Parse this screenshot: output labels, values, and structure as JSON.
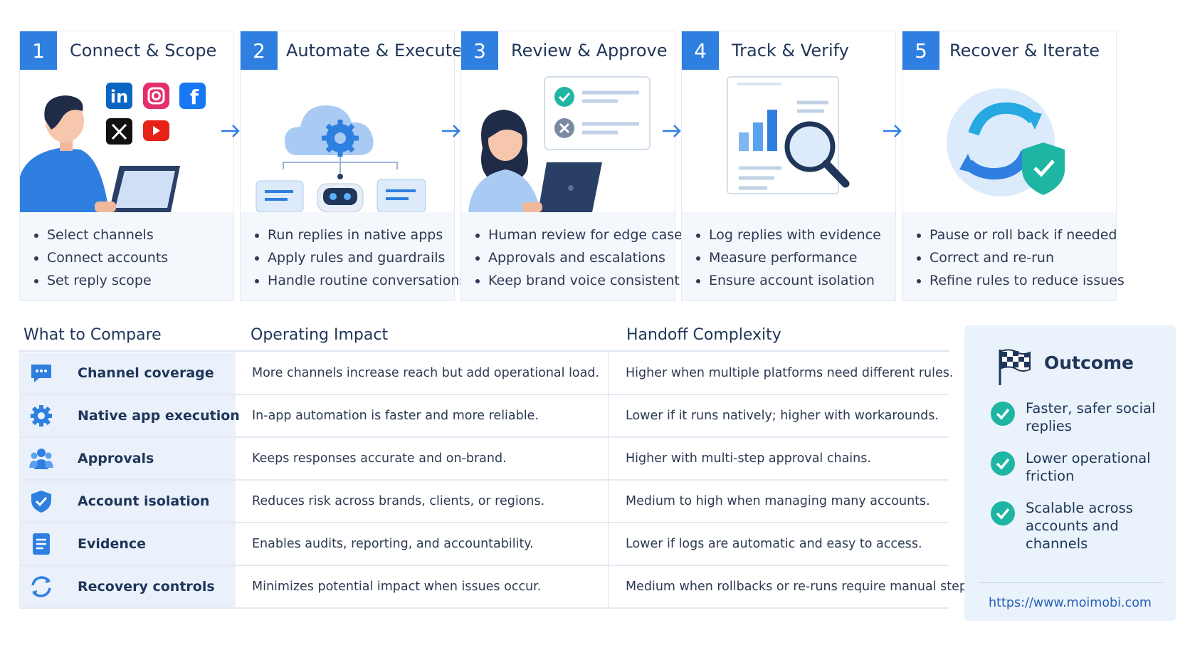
{
  "steps": [
    {
      "num": "1",
      "title": "Connect & Scope",
      "items": [
        "Select channels",
        "Connect accounts",
        "Set reply scope"
      ]
    },
    {
      "num": "2",
      "title": "Automate & Execute",
      "items": [
        "Run replies in native apps",
        "Apply rules and guardrails",
        "Handle routine conversations"
      ]
    },
    {
      "num": "3",
      "title": "Review & Approve",
      "items": [
        "Human review for edge cases",
        "Approvals and escalations",
        "Keep brand voice consistent"
      ]
    },
    {
      "num": "4",
      "title": "Track & Verify",
      "items": [
        "Log replies with evidence",
        "Measure performance",
        "Ensure account isolation"
      ]
    },
    {
      "num": "5",
      "title": "Recover & Iterate",
      "items": [
        "Pause or roll back if needed",
        "Correct and re-run",
        "Refine rules to reduce issues"
      ]
    }
  ],
  "table": {
    "headers": [
      "What to Compare",
      "Operating Impact",
      "Handoff Complexity"
    ],
    "rows": [
      {
        "label": "Channel coverage",
        "icon": "chat-bubble-icon",
        "impact": "More channels increase reach but add operational load.",
        "complexity": "Higher when multiple platforms need different rules."
      },
      {
        "label": "Native app execution",
        "icon": "gear-icon",
        "impact": "In-app automation is faster and more reliable.",
        "complexity": "Lower if it runs natively; higher with workarounds."
      },
      {
        "label": "Approvals",
        "icon": "people-icon",
        "impact": "Keeps responses accurate and on-brand.",
        "complexity": "Higher with multi-step approval chains."
      },
      {
        "label": "Account isolation",
        "icon": "shield-check-icon",
        "impact": "Reduces risk across brands, clients, or regions.",
        "complexity": "Medium to high when managing many accounts."
      },
      {
        "label": "Evidence",
        "icon": "document-icon",
        "impact": "Enables audits, reporting, and accountability.",
        "complexity": "Lower if logs are automatic and easy to access."
      },
      {
        "label": "Recovery controls",
        "icon": "refresh-icon",
        "impact": "Minimizes potential impact when issues occur.",
        "complexity": "Medium when rollbacks or re-runs require manual steps."
      }
    ]
  },
  "outcome": {
    "title": "Outcome",
    "items": [
      "Faster, safer social replies",
      "Lower operational friction",
      "Scalable across accounts and channels"
    ],
    "link": "https://www.moimobi.com"
  },
  "colors": {
    "accent": "#2f7fe0",
    "check": "#1fb5a3",
    "panel": "#eaf2fb"
  }
}
